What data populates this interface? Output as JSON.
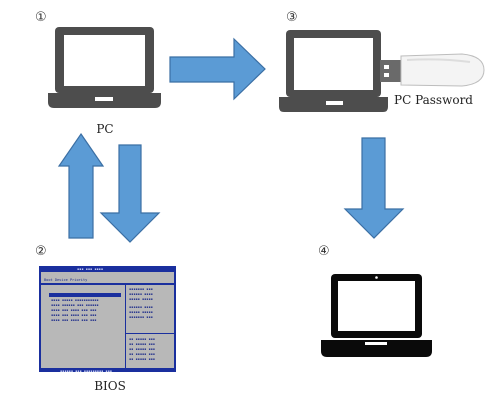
{
  "steps": {
    "step1": "①",
    "step2": "②",
    "step3": "③",
    "step4": "④"
  },
  "labels": {
    "pc": "PC",
    "bios": "BIOS",
    "pc_password": "PC Password"
  },
  "colors": {
    "arrow_fill": "#5b9bd5",
    "arrow_stroke": "#3b6fa4",
    "laptop_gray": "#4d4d4d",
    "laptop_black": "#0a0a0a",
    "bios_blue": "#1a2f9e",
    "bios_gray": "#b8b8b8"
  }
}
